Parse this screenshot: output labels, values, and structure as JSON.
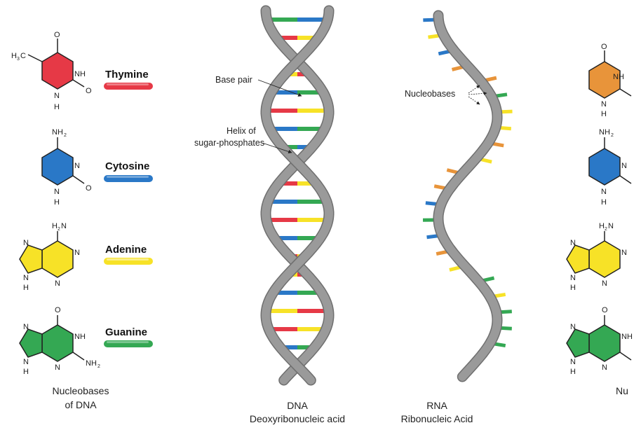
{
  "left_panel": {
    "caption_line1": "Nucleobases",
    "caption_line2": "of DNA",
    "bases": [
      {
        "name": "Thymine",
        "color": "#e63946"
      },
      {
        "name": "Cytosine",
        "color": "#2a78c7"
      },
      {
        "name": "Adenine",
        "color": "#f7e227"
      },
      {
        "name": "Guanine",
        "color": "#34a853"
      }
    ]
  },
  "right_panel": {
    "caption_partial": "Nu",
    "uracil_color": "#e8943a"
  },
  "atoms": {
    "o": "O",
    "n": "N",
    "nh": "NH",
    "h": "H",
    "nh2_main": "NH",
    "nh2_sub": "2",
    "h3c_h": "H",
    "h3c_3": "3",
    "h3c_c": "C",
    "h2n_h": "H",
    "h2n_2": "2",
    "h2n_n": "N"
  },
  "dna": {
    "title": "DNA",
    "subtitle": "Deoxyribonucleic acid",
    "label_base_pair": "Base pair",
    "label_helix_line1": "Helix of",
    "label_helix_line2": "sugar-phosphates"
  },
  "rna": {
    "title": "RNA",
    "subtitle": "Ribonucleic Acid",
    "label_nucleobases": "Nucleobases"
  },
  "colors": {
    "backbone": "#9a9a9a",
    "backbone_dark": "#6f6f6f",
    "red": "#e63946",
    "blue": "#2a78c7",
    "yellow": "#f7e227",
    "green": "#34a853",
    "orange": "#e8943a"
  }
}
